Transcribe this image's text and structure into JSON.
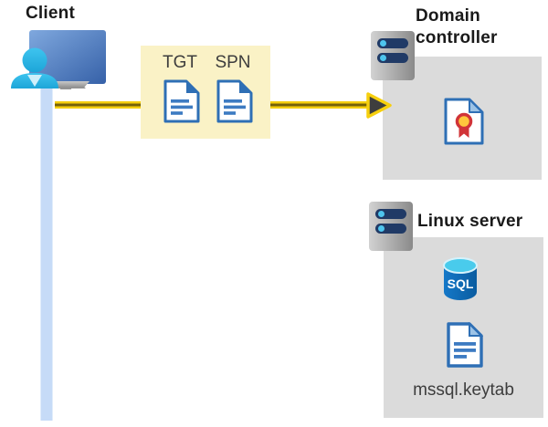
{
  "colors": {
    "title_black": "#1a1a1a",
    "text_dark": "#3d3d3d",
    "ticket_box_bg": "#faf2c6",
    "panel_gray": "#dbdbdb",
    "arrow_yellow": "#f6cf0e",
    "arrow_dark": "#756208",
    "arrowhead_dark": "#3e3e3e",
    "timeline_blue": "#c6dbf7",
    "doc_blue": "#2e6fb5",
    "doc_line_blue": "#3d7bc2",
    "doc_fold_light": "#9dc3e6",
    "person_cyan": "#2fb9e8",
    "monitor_blue_light": "#7fa8de",
    "monitor_blue_dark": "#3661a8",
    "server_bar_navy": "#203a66",
    "server_dot_cyan": "#4ec5ee",
    "sql_body_blue": "#0a5ca0",
    "sql_top_cyan": "#49cbec",
    "cert_red": "#d13438",
    "cert_gold": "#ffc83d"
  },
  "client": {
    "label": "Client"
  },
  "ticket_box": {
    "tgt_label": "TGT",
    "spn_label": "SPN"
  },
  "domain_controller": {
    "label": "Domain controller"
  },
  "linux_server": {
    "label": "Linux server",
    "sql_text": "SQL",
    "keytab_label": "mssql.keytab"
  }
}
